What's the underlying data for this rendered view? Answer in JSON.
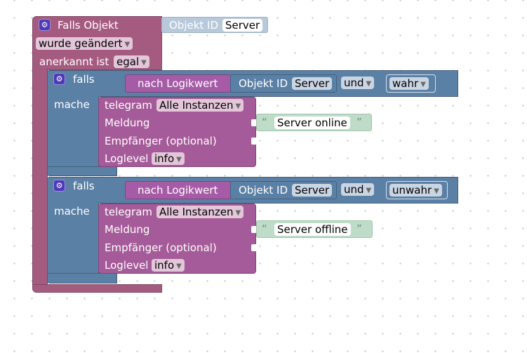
{
  "trigger": {
    "title": "Falls Objekt",
    "object_id_label": "Objekt ID",
    "object_id_value": "Server",
    "changed_value": "wurde geändert",
    "ack_label": "anerkannt ist",
    "ack_value": "egal"
  },
  "if_blocks": [
    {
      "if_label": "falls",
      "do_label": "mache",
      "to_bool_label": "nach Logikwert",
      "object_id_label": "Objekt ID",
      "object_id_value": "Server",
      "operator": "und",
      "bool_value": "wahr",
      "telegram": {
        "label": "telegram",
        "instance": "Alle Instanzen",
        "message_label": "Meldung",
        "message_value": "Server online",
        "recipient_label": "Empfänger (optional)",
        "loglevel_label": "Loglevel",
        "loglevel_value": "info"
      }
    },
    {
      "if_label": "falls",
      "do_label": "mache",
      "to_bool_label": "nach Logikwert",
      "object_id_label": "Objekt ID",
      "object_id_value": "Server",
      "operator": "und",
      "bool_value": "unwahr",
      "telegram": {
        "label": "telegram",
        "instance": "Alle Instanzen",
        "message_label": "Meldung",
        "message_value": "Server offline",
        "recipient_label": "Empfänger (optional)",
        "loglevel_label": "Loglevel",
        "loglevel_value": "info"
      }
    }
  ],
  "icons": {
    "gear": "⚙",
    "dropdown": "▼",
    "quote_open": "“",
    "quote_close": "”"
  },
  "colors": {
    "trigger_block": "#a55b80",
    "if_block": "#5b80a5",
    "telegram_block": "#a55b99",
    "logic_block": "#a55ba5",
    "object_block": "#5b80a5",
    "text_block": "#bedcc8",
    "gear": "#4e3ab8"
  }
}
